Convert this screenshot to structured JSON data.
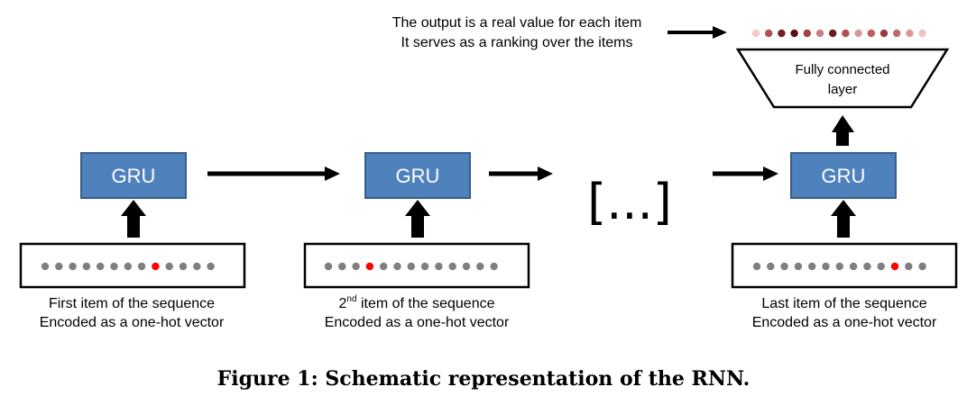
{
  "diagram": {
    "output_text": {
      "line1": "The output is a real value for each item",
      "line2": "It serves as a ranking over the items"
    },
    "fc_layer": {
      "line1": "Fully connected",
      "line2": "layer"
    },
    "gru_label": "GRU",
    "ellipsis": "[...]",
    "inputs": [
      {
        "line1_prefix": "",
        "line1_sup": "",
        "line1": "First item of the sequence",
        "line2": "Encoded as a one-hot vector",
        "dots": 13,
        "active": 9
      },
      {
        "line1_prefix": "2",
        "line1_sup": "nd",
        "line1": " item of the sequence",
        "line2": "Encoded as a one-hot vector",
        "dots": 13,
        "active": 4
      },
      {
        "line1_prefix": "",
        "line1_sup": "",
        "line1": "Last item of the sequence",
        "line2": "Encoded as a one-hot vector",
        "dots": 13,
        "active": 11
      }
    ],
    "output_dots": [
      "#f2caca",
      "#b05050",
      "#7a1e1e",
      "#5a1010",
      "#a34040",
      "#c98080",
      "#6e1a1a",
      "#b05050",
      "#d79a9a",
      "#c05c5c",
      "#a03a3a",
      "#c06a6a",
      "#d99a9a",
      "#f0c2c2"
    ],
    "colors": {
      "gru_fill": "#4f81bd",
      "gru_border": "#385d8a",
      "dot_inactive": "#7f7f7f",
      "dot_active": "#ff0000",
      "arrow": "#000000"
    }
  },
  "caption": "Figure 1: Schematic representation of the RNN."
}
